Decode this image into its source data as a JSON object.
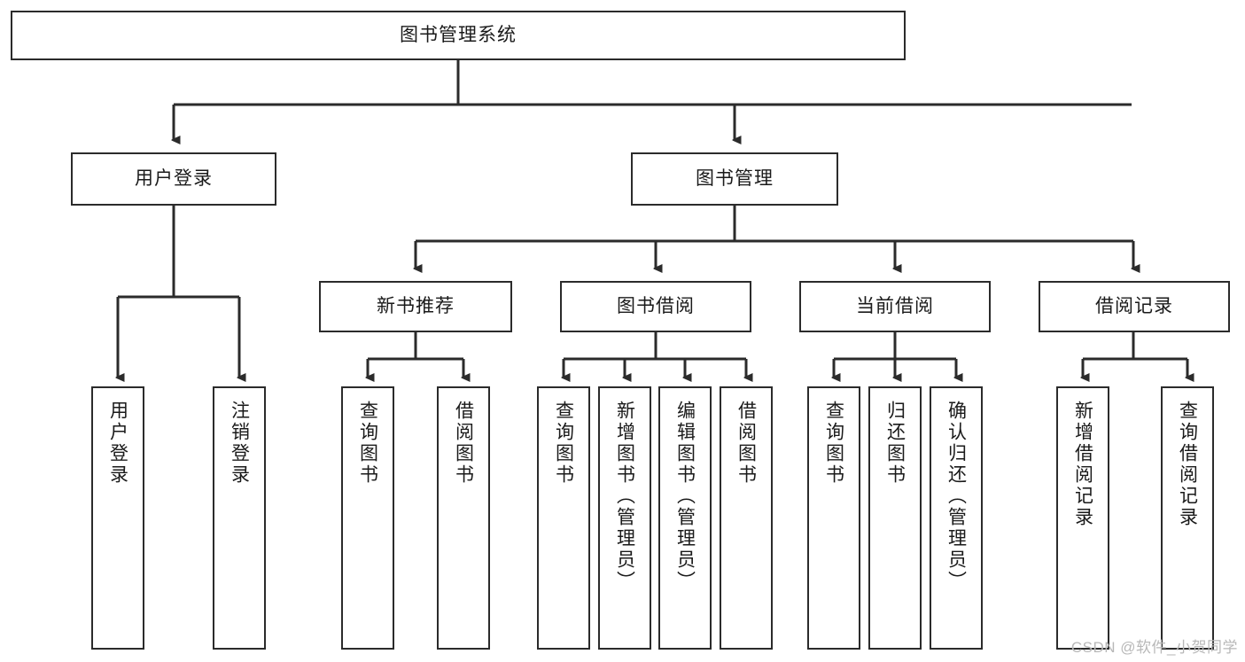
{
  "diagram": {
    "type": "tree",
    "title": "图书管理系统",
    "watermark": "CSDN @软件_小贺同学",
    "colors": {
      "box_border": "#2b2b2b",
      "box_fill": "#ffffff",
      "connector": "#2b2b2b",
      "text": "#1a1a1a",
      "watermark": "#b8b8b8"
    },
    "levels": {
      "root": "图书管理系统",
      "level2": [
        "用户登录",
        "图书管理"
      ],
      "level3": [
        "新书推荐",
        "图书借阅",
        "当前借阅",
        "借阅记录"
      ]
    },
    "nodes": {
      "root": {
        "label": "图书管理系统"
      },
      "user_login": {
        "label": "用户登录"
      },
      "book_manage": {
        "label": "图书管理"
      },
      "new_book_recommend": {
        "label": "新书推荐"
      },
      "book_borrow": {
        "label": "图书借阅"
      },
      "current_borrow": {
        "label": "当前借阅"
      },
      "borrow_record": {
        "label": "借阅记录"
      },
      "leaf_user_login": {
        "label": "用户登录"
      },
      "leaf_user_logout": {
        "label": "注销登录"
      },
      "leaf_rec_query_book": {
        "label": "查询图书"
      },
      "leaf_rec_borrow_book": {
        "label": "借阅图书"
      },
      "leaf_borrow_query_book": {
        "label": "查询图书"
      },
      "leaf_borrow_add_book": {
        "label": "新增图书（管理员）"
      },
      "leaf_borrow_edit_book": {
        "label": "编辑图书（管理员）"
      },
      "leaf_borrow_borrow_book": {
        "label": "借阅图书"
      },
      "leaf_cur_query_book": {
        "label": "查询图书"
      },
      "leaf_cur_return_book": {
        "label": "归还图书"
      },
      "leaf_cur_confirm_return": {
        "label": "确认归还（管理员）"
      },
      "leaf_rec_add_record": {
        "label": "新增借阅记录"
      },
      "leaf_rec_query_record": {
        "label": "查询借阅记录"
      }
    },
    "edges": [
      {
        "from": "root",
        "to": "user_login"
      },
      {
        "from": "root",
        "to": "book_manage"
      },
      {
        "from": "user_login",
        "to": "leaf_user_login"
      },
      {
        "from": "user_login",
        "to": "leaf_user_logout"
      },
      {
        "from": "book_manage",
        "to": "new_book_recommend"
      },
      {
        "from": "book_manage",
        "to": "book_borrow"
      },
      {
        "from": "book_manage",
        "to": "current_borrow"
      },
      {
        "from": "book_manage",
        "to": "borrow_record"
      },
      {
        "from": "new_book_recommend",
        "to": "leaf_rec_query_book"
      },
      {
        "from": "new_book_recommend",
        "to": "leaf_rec_borrow_book"
      },
      {
        "from": "book_borrow",
        "to": "leaf_borrow_query_book"
      },
      {
        "from": "book_borrow",
        "to": "leaf_borrow_add_book"
      },
      {
        "from": "book_borrow",
        "to": "leaf_borrow_edit_book"
      },
      {
        "from": "book_borrow",
        "to": "leaf_borrow_borrow_book"
      },
      {
        "from": "current_borrow",
        "to": "leaf_cur_query_book"
      },
      {
        "from": "current_borrow",
        "to": "leaf_cur_return_book"
      },
      {
        "from": "current_borrow",
        "to": "leaf_cur_confirm_return"
      },
      {
        "from": "borrow_record",
        "to": "leaf_rec_add_record"
      },
      {
        "from": "borrow_record",
        "to": "leaf_rec_query_record"
      }
    ]
  }
}
